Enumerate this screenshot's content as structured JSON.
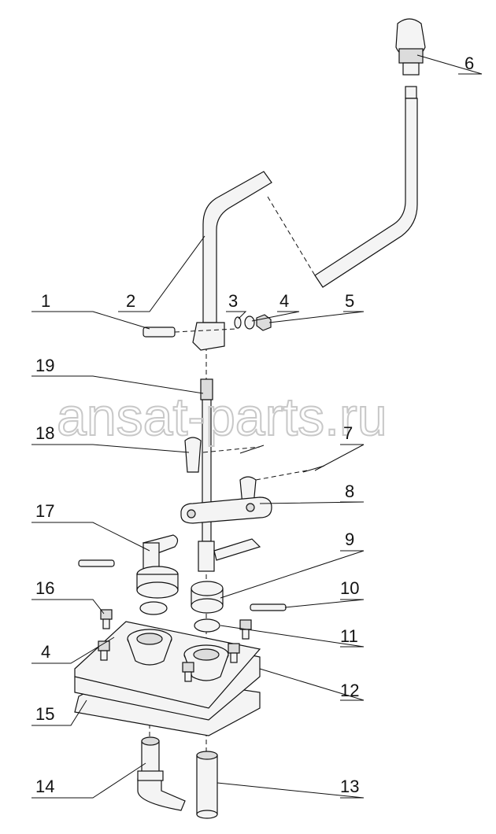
{
  "diagram": {
    "watermark": "ansat-parts.ru",
    "callouts": {
      "c1": "1",
      "c2": "2",
      "c3": "3",
      "c4a": "4",
      "c5": "5",
      "c6": "6",
      "c19": "19",
      "c18": "18",
      "c7": "7",
      "c8": "8",
      "c17": "17",
      "c9": "9",
      "c16": "16",
      "c10": "10",
      "c4b": "4",
      "c11": "11",
      "c12": "12",
      "c15": "15",
      "c14": "14",
      "c13": "13"
    }
  }
}
